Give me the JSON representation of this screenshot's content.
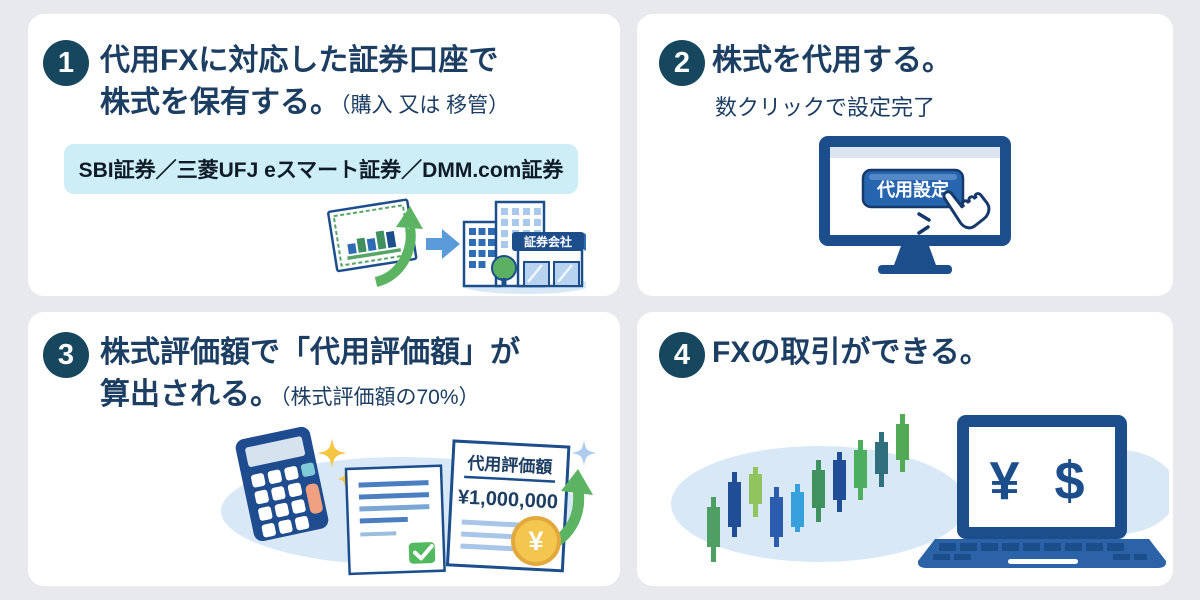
{
  "colors": {
    "page_bg": "#e8e9ed",
    "card_bg": "#ffffff",
    "badge": "#17475e",
    "title_text": "#1d3e63",
    "brokers_box_bg": "#cdeef6",
    "brokers_text": "#0f1b26",
    "navy_outline": "#1d4e8c",
    "medium_blue": "#2e6cb5",
    "light_blue": "#a9c9ec",
    "arrow_blue": "#5b9bd9",
    "green": "#5cb463",
    "ellipse_blue": "#d9e8f7",
    "coin_gold": "#f2c64f",
    "sparkle_gold": "#f5c544",
    "key_teal": "#7fccd8",
    "key_orange": "#f0a080"
  },
  "cards": [
    {
      "number": "1",
      "title_line1": "代用FXに対応した証券口座で",
      "title_line2": "株式を保有する。",
      "title_note": "（購入 又は 移管）",
      "brokers": "SBI証券／三菱UFJ eスマート証券／DMM.com証券",
      "building_sign": "証券会社"
    },
    {
      "number": "2",
      "title_line1": "株式を代用する。",
      "subtitle": "数クリックで設定完了",
      "button_label": "代用設定"
    },
    {
      "number": "3",
      "title_line1": "株式評価額で「代用評価額」が",
      "title_line2": "算出される。",
      "title_note": "（株式評価額の70%）",
      "paper_title": "代用評価額",
      "paper_amount": "¥1,000,000",
      "coin_symbol": "¥"
    },
    {
      "number": "4",
      "title_line1": "FXの取引ができる。",
      "screen_symbols": "¥ $"
    }
  ]
}
